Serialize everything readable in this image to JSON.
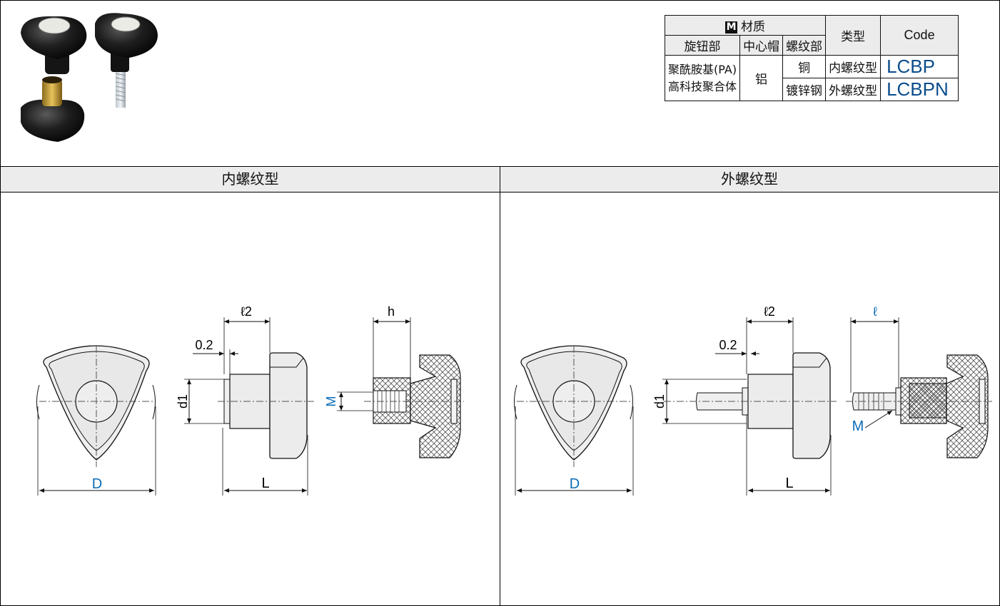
{
  "material_table": {
    "material_label": "材质",
    "m_badge": "M",
    "type_header": "类型",
    "code_header": "Code",
    "col_knob": "旋钮部",
    "col_cap": "中心帽",
    "col_thread": "螺纹部",
    "knob_material_line1": "聚酰胺基(PA)",
    "knob_material_line2": "高科技聚合体",
    "cap_material": "铝",
    "rows": [
      {
        "thread_material": "铜",
        "type": "内螺纹型",
        "code": "LCBP"
      },
      {
        "thread_material": "镀锌钢",
        "type": "外螺纹型",
        "code": "LCBPN"
      }
    ]
  },
  "sections": {
    "left_title": "内螺纹型",
    "right_title": "外螺纹型"
  },
  "dims": {
    "D": "D",
    "L": "L",
    "d1": "d1",
    "l2": "ℓ2",
    "l": "ℓ",
    "gap": "0.2",
    "h": "h",
    "M": "M"
  },
  "colors": {
    "accent": "#0b6cb6",
    "header_bg": "#ececec",
    "code_text": "#0b4d8c"
  }
}
